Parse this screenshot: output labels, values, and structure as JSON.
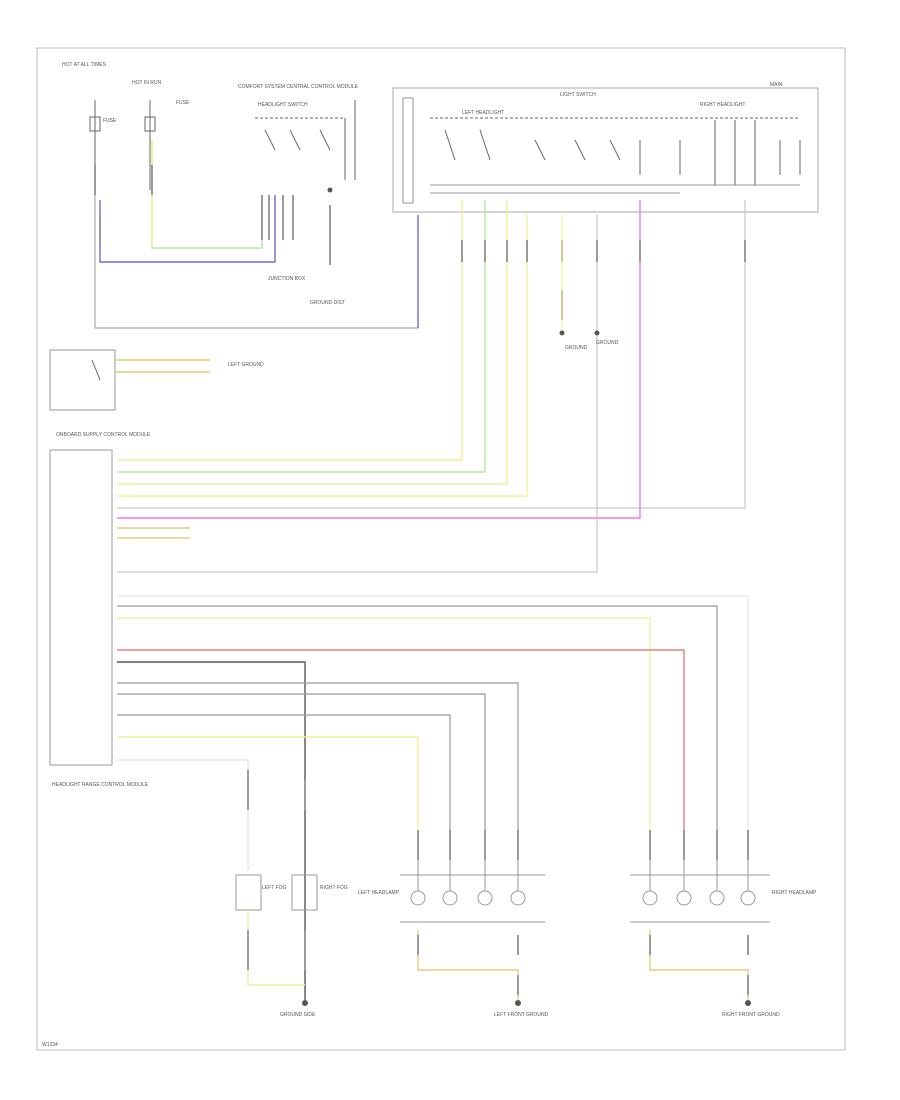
{
  "colors": {
    "frame": "#bbbbbb",
    "yellow": "#f2ef9a",
    "green": "#b6e6a3",
    "blue": "#6b6bd8",
    "magenta": "#f078f0",
    "red": "#e06b6b",
    "black": "#555555",
    "gray": "#9a9a9a",
    "connector": "#bcbcbc",
    "ground_ribbon": "#e3cc7c"
  },
  "labels": {
    "hot_at_all_times": "HOT AT ALL TIMES",
    "hot_in_run": "HOT IN RUN",
    "fuse_a": "FUSE",
    "fuse_b": "FUSE",
    "comfort_cm": "COMFORT SYSTEM CENTRAL CONTROL MODULE",
    "head_switch": "HEADLIGHT SWITCH",
    "light_switch": "LIGHT SWITCH",
    "left_switch": "LEFT HEADLIGHT",
    "main_label": "MAIN",
    "right_switch": "RIGHT HEADLIGHT",
    "junction": "JUNCTION BOX",
    "ground_a": "GROUND DIST",
    "ground_b": "GROUND",
    "ground_c": "GROUND",
    "left_ground": "LEFT GROUND",
    "module_title": "ONBOARD SUPPLY CONTROL MODULE",
    "module_bottom": "HEADLIGHT RANGE CONTROL MODULE",
    "left_lamp": "LEFT HEADLAMP",
    "right_lamp": "RIGHT HEADLAMP",
    "fog_left": "LEFT FOG",
    "fog_right": "RIGHT FOG",
    "bottom_gnd_1": "GROUND SIDE",
    "bottom_gnd_2": "LEFT FRONT GROUND",
    "bottom_gnd_3": "RIGHT FRONT GROUND",
    "corner_tag": "W1234"
  }
}
